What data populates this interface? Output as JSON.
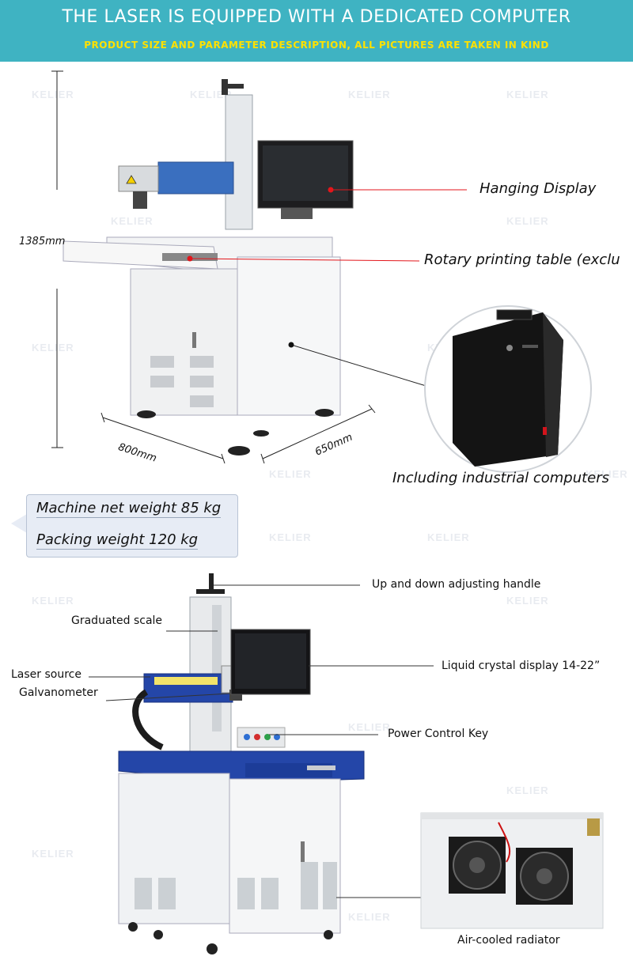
{
  "header": {
    "title": "THE LASER IS EQUIPPED WITH A DEDICATED COMPUTER",
    "subtitle": "PRODUCT SIZE AND PARAMETER DESCRIPTION, ALL PICTURES ARE TAKEN IN KIND"
  },
  "watermark": "KELIER",
  "top_section": {
    "dimensions": {
      "height": "1385mm",
      "width": "800mm",
      "depth": "650mm"
    },
    "labels": {
      "hanging_display": "Hanging Display",
      "rotary_table": "Rotary printing table (exclu",
      "industrial_computer": "Including industrial computers"
    },
    "weights": {
      "net": "Machine net weight 85 kg",
      "packing": "Packing weight 120 kg"
    }
  },
  "bottom_section": {
    "labels": {
      "adjusting_handle": "Up and down adjusting handle",
      "graduated_scale": "Graduated scale",
      "lcd": "Liquid crystal display 14-22”",
      "laser_source": "Laser source",
      "galvanometer": "Galvanometer",
      "power_key": "Power Control Key",
      "radiator": "Air-cooled radiator"
    }
  },
  "colors": {
    "header_bg": "#3fb3c2",
    "subtitle": "#ffe100",
    "cabinet_blue": "#2446a8",
    "leader_red": "#e3161b"
  }
}
